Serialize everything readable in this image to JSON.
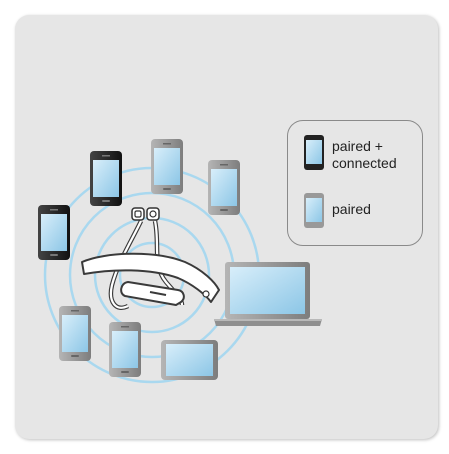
{
  "legend": {
    "connected_label_line1": "paired +",
    "connected_label_line2": "connected",
    "paired_label": "paired"
  },
  "colors": {
    "background": "#e6e6e6",
    "wave": "#a9d8ef",
    "screen": "#a9d6ee",
    "connected_device_body": "#2b2b2b",
    "paired_device_body": "#9a9a9a",
    "headset": "#ffffff"
  },
  "icons": [
    "smartphone-icon",
    "tablet-icon",
    "laptop-icon",
    "neckband-headset-icon"
  ]
}
